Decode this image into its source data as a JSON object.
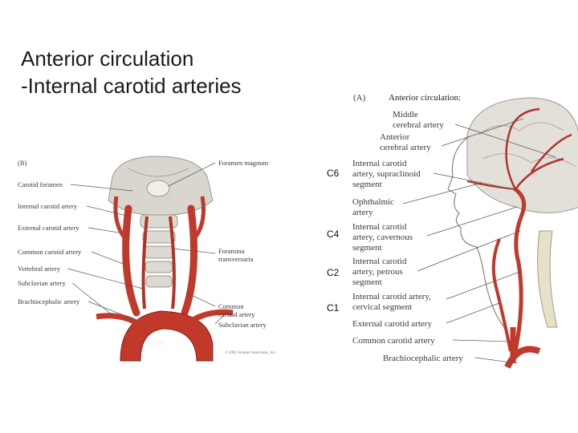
{
  "title": {
    "line1": "Anterior circulation",
    "line2": "-Internal carotid arteries"
  },
  "figure_b": {
    "panel_label": "(B)",
    "labels_left": [
      "Carotid foramen",
      "Internal carotid artery",
      "External carotid artery",
      "Common carotid artery",
      "Vertebral artery",
      "Subclavian artery",
      "Brachiocephalic artery"
    ],
    "labels_right": {
      "foramen_magnum": "Foramen magnum",
      "foramina_line1": "Foramina",
      "foramina_line2": "transversaria",
      "common_line1": "Common",
      "common_line2": "carotid artery",
      "subclavian": "Subclavian artery"
    },
    "aorta": "Aorta",
    "copyright": "© 2001 Sinauer Associates, Inc."
  },
  "segment_codes": [
    "C6",
    "C4",
    "C2",
    "C1"
  ],
  "figure_a": {
    "panel_label": "(A)",
    "heading": "Anterior circulation:",
    "middle_line1": "Middle",
    "middle_line2": "cerebral artery",
    "anterior_line1": "Anterior",
    "anterior_line2": "cerebral artery",
    "supraclinoid": [
      "Internal carotid",
      "artery, supraclinoid",
      "segment"
    ],
    "ophthalmic": [
      "Ophthalmic",
      "artery"
    ],
    "cavernous": [
      "Internal carotid",
      "artery, cavernous",
      "segment"
    ],
    "petrous": [
      "Internal carotid",
      "artery, petrous",
      "segment"
    ],
    "cervical": [
      "Internal carotid artery,",
      "cervical segment"
    ],
    "external": "External carotid artery",
    "common": "Common carotid artery",
    "brachiocephalic": "Brachiocephalic artery"
  },
  "colors": {
    "artery": "#c0392b",
    "artery_dark": "#8e1f17",
    "bone": "#d9d6cf",
    "leader": "#555555"
  }
}
